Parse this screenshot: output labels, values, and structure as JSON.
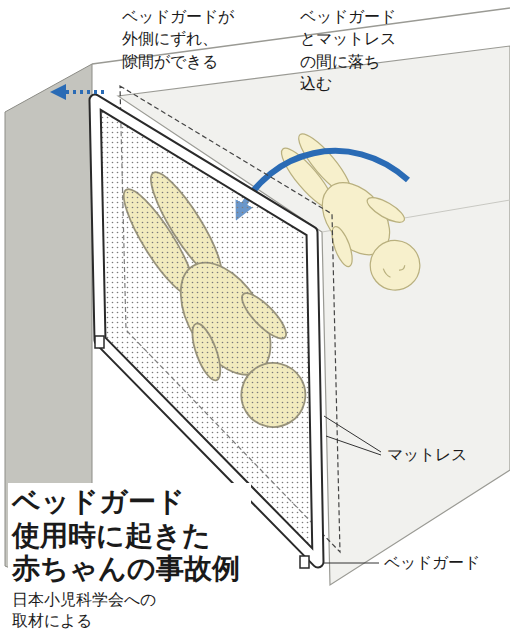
{
  "diagram": {
    "title": "ベッドガード 使用時に起きた 赤ちゃんの事故例",
    "caption": "日本小児科学会への 取材による",
    "labels": [
      "ベッドガードが 外側にずれ、 隙間ができる",
      "ベッドガード とマットレス の間に落ち 込む",
      "マットレス",
      "ベッドガード"
    ]
  }
}
